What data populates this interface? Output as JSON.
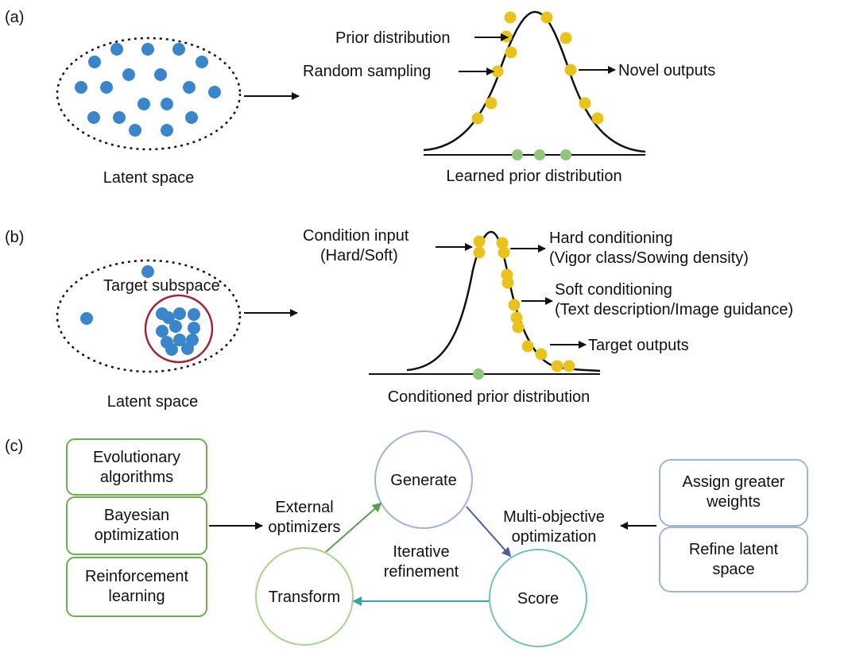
{
  "panels": {
    "a": "(a)",
    "b": "(b)",
    "c": "(c)"
  },
  "panel_a": {
    "latent_label": "Latent space",
    "prior_label": "Prior distribution",
    "sampling_label": "Random sampling",
    "novel_label": "Novel outputs",
    "caption": "Learned prior distribution"
  },
  "panel_b": {
    "subspace_label": "Target subspace",
    "latent_label": "Latent space",
    "condition_line1": "Condition input",
    "condition_line2": "(Hard/Soft)",
    "hard_line1": "Hard conditioning",
    "hard_line2": "(Vigor class/Sowing density)",
    "soft_line1": "Soft conditioning",
    "soft_line2": "(Text description/Image guidance)",
    "target_label": "Target outputs",
    "caption": "Conditioned prior distribution"
  },
  "panel_c": {
    "methods": [
      {
        "line1": "Evolutionary",
        "line2": "algorithms"
      },
      {
        "line1": "Bayesian",
        "line2": "optimization"
      },
      {
        "line1": "Reinforcement",
        "line2": "learning"
      }
    ],
    "external_line1": "External",
    "external_line2": "optimizers",
    "generate": "Generate",
    "score": "Score",
    "transform": "Transform",
    "iterative_line1": "Iterative",
    "iterative_line2": "refinement",
    "multi_line1": "Multi-objective",
    "multi_line2": "optimization",
    "assign_line1": "Assign greater",
    "assign_line2": "weights",
    "refine_line1": "Refine latent",
    "refine_line2": "space"
  },
  "colors": {
    "blue_dot": "#3a85cc",
    "yellow_dot": "#e9c21b",
    "green_dot": "#8cc77a",
    "target_circle": "#a32339",
    "method_box": "#6ab04c",
    "right_box": "#9fb4dc",
    "generate_circle": "#9fb4dc",
    "score_circle": "#6fc3c0",
    "transform_circle": "#a7d58a",
    "arrow_green": "#5a9e50",
    "arrow_blue": "#4c5aa8",
    "arrow_teal": "#3aa6a3"
  },
  "icons": [
    "arrow-right-icon",
    "arrow-left-icon"
  ]
}
